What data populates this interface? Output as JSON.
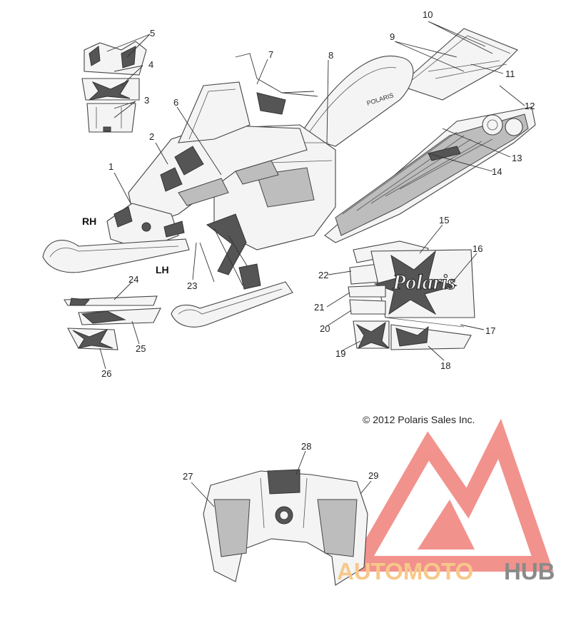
{
  "diagram": {
    "side_labels": {
      "rh": "RH",
      "lh": "LH"
    },
    "copyright": "© 2012 Polaris Sales Inc.",
    "callouts": [
      "1",
      "2",
      "3",
      "4",
      "5",
      "6",
      "7",
      "8",
      "9",
      "10",
      "11",
      "12",
      "13",
      "14",
      "15",
      "16",
      "17",
      "18",
      "19",
      "20",
      "21",
      "22",
      "23",
      "24",
      "25",
      "26",
      "27",
      "28",
      "29"
    ],
    "hood_brand": "POLARIS",
    "decal_brand": "Polaris"
  },
  "watermark": {
    "part_a": "AUTOMOTO",
    "part_b": "HUB",
    "logo_color": "#f0807a",
    "accent_color": "#f7c88a",
    "gray_color": "#8a8a8a"
  }
}
